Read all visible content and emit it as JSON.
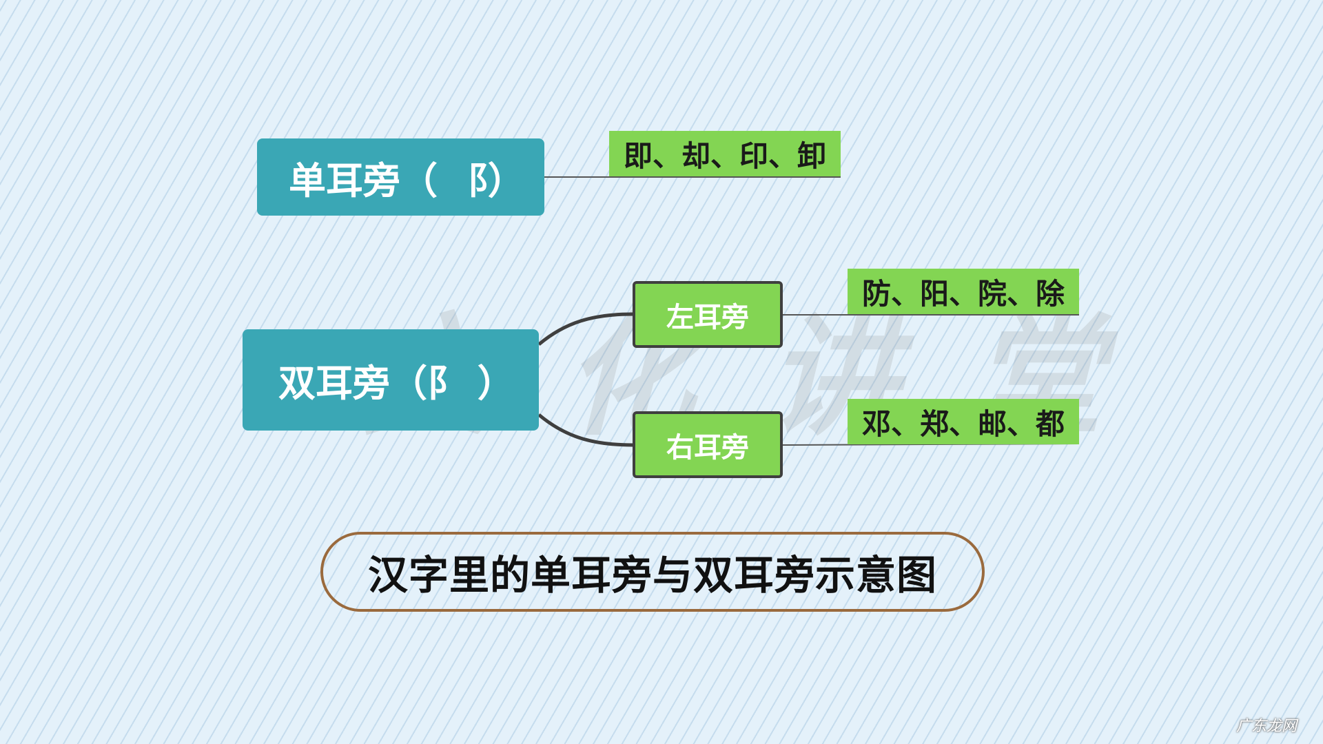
{
  "colors": {
    "background": "#e4f1fa",
    "main_node": "#3aa7b5",
    "sub_node": "#83d553",
    "leaf": "#83d553",
    "caption_border": "#9a6a3d",
    "connector": "#3f3f3f"
  },
  "watermark": {
    "chars": [
      "",
      "",
      "文",
      "化",
      "讲",
      "堂"
    ]
  },
  "single_ear": {
    "label": "单耳旁（ ⻏）",
    "examples": "即、却、印、卸"
  },
  "double_ear": {
    "label": "双耳旁（⻖ ）",
    "left": {
      "label": "左耳旁",
      "examples": "防、阳、院、除"
    },
    "right": {
      "label": "右耳旁",
      "examples": "邓、郑、邮、都"
    }
  },
  "caption": "汉字里的单耳旁与双耳旁示意图",
  "brand": "广东龙网"
}
